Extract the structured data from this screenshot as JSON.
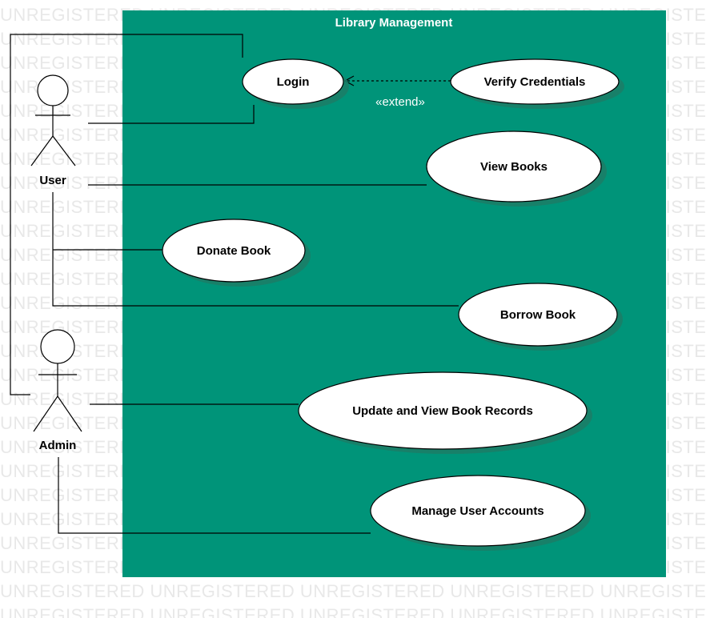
{
  "watermark": {
    "text": "UNREGISTERED",
    "color": "#e8e8e8"
  },
  "system": {
    "title": "Library Management",
    "fill_color": "#009479"
  },
  "actors": {
    "user": "User",
    "admin": "Admin"
  },
  "use_cases": {
    "login": "Login",
    "verify_credentials": "Verify Credentials",
    "view_books": "View Books",
    "donate_book": "Donate Book",
    "borrow_book": "Borrow Book",
    "update_records": "Update and View Book Records",
    "manage_accounts": "Manage User Accounts"
  },
  "relationships": {
    "extend_label": "«extend»"
  }
}
